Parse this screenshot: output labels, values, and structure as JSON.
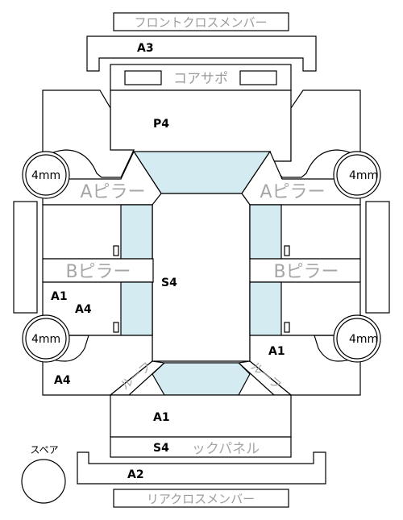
{
  "labels": {
    "front_cross_member": "フロントクロスメンバー",
    "core_support": "コアサポ",
    "a_pillar": "Aピラー",
    "b_pillar": "Bピラー",
    "roof_arch": "ルーフ",
    "back_panel": "ックパネル",
    "rear_cross_member": "リアクロスメンバー",
    "spare": "スペア",
    "tire_size": "4mm"
  },
  "grades": {
    "front_cross": "A3",
    "core_support": "P4",
    "roof": "S4",
    "left_door_a": "A1",
    "left_door_b": "A4",
    "left_rear_fender": "A4",
    "right_rear_fender": "A1",
    "trunk": "A1",
    "back_panel": "S4",
    "rear_cross": "A2"
  }
}
